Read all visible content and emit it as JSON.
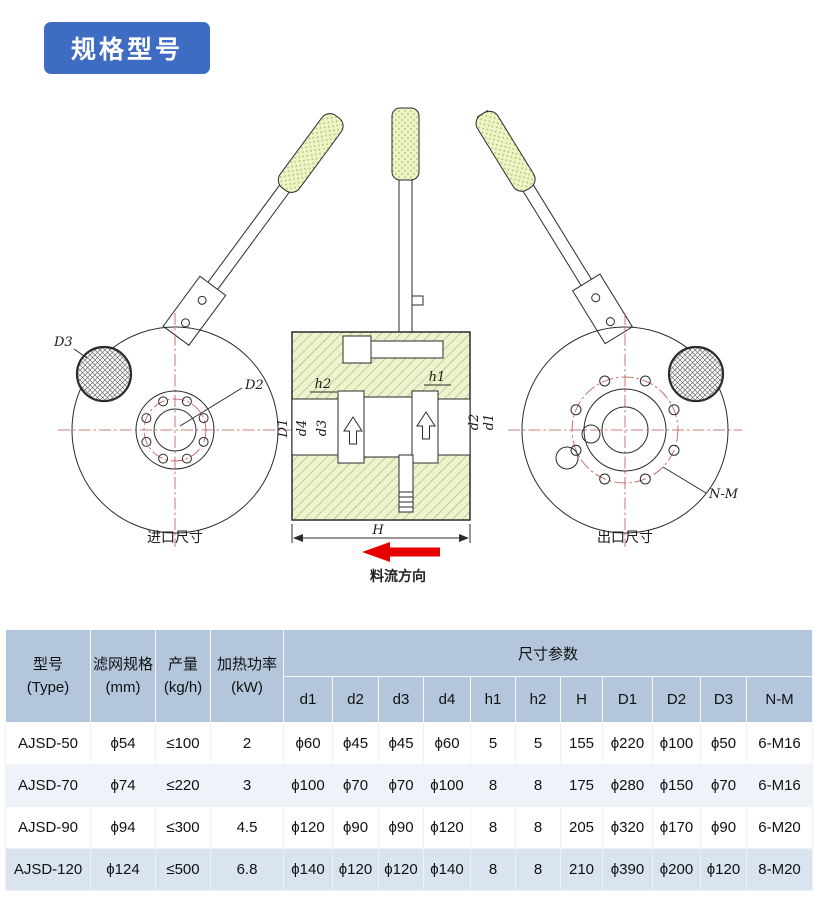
{
  "page": {
    "badge_label": "规格型号"
  },
  "diagram": {
    "inlet_caption": "进口尺寸",
    "outlet_caption": "出口尺寸",
    "flow_direction_label": "料流方向",
    "labels": {
      "D3": "D3",
      "D2": "D2",
      "h2": "h2",
      "h1": "h1",
      "D1": "D1",
      "d4": "d4",
      "d3": "d3",
      "d2": "d2",
      "d1": "d1",
      "H": "H",
      "NM": "N-M"
    }
  },
  "table": {
    "header": {
      "col_type": [
        "型号",
        "(Type)"
      ],
      "col_mesh": [
        "滤网规格",
        "(mm)"
      ],
      "col_output": [
        "产量",
        "(kg/h)"
      ],
      "col_power": [
        "加热功率",
        "(kW)"
      ],
      "dims_group_label": "尺寸参数",
      "dim_cols": [
        "d1",
        "d2",
        "d3",
        "d4",
        "h1",
        "h2",
        "H",
        "D1",
        "D2",
        "D3",
        "N-M"
      ]
    },
    "rows": [
      {
        "type": "AJSD-50",
        "mesh": "ϕ54",
        "output": "≤100",
        "power": "2",
        "dims": [
          "ϕ60",
          "ϕ45",
          "ϕ45",
          "ϕ60",
          "5",
          "5",
          "155",
          "ϕ220",
          "ϕ100",
          "ϕ50",
          "6-M16"
        ]
      },
      {
        "type": "AJSD-70",
        "mesh": "ϕ74",
        "output": "≤220",
        "power": "3",
        "dims": [
          "ϕ100",
          "ϕ70",
          "ϕ70",
          "ϕ100",
          "8",
          "8",
          "175",
          "ϕ280",
          "ϕ150",
          "ϕ70",
          "6-M16"
        ]
      },
      {
        "type": "AJSD-90",
        "mesh": "ϕ94",
        "output": "≤300",
        "power": "4.5",
        "dims": [
          "ϕ120",
          "ϕ90",
          "ϕ90",
          "ϕ120",
          "8",
          "8",
          "205",
          "ϕ320",
          "ϕ170",
          "ϕ90",
          "6-M20"
        ]
      },
      {
        "type": "AJSD-120",
        "mesh": "ϕ124",
        "output": "≤500",
        "power": "6.8",
        "dims": [
          "ϕ140",
          "ϕ120",
          "ϕ120",
          "ϕ140",
          "8",
          "8",
          "210",
          "ϕ390",
          "ϕ200",
          "ϕ120",
          "8-M20"
        ]
      }
    ]
  }
}
